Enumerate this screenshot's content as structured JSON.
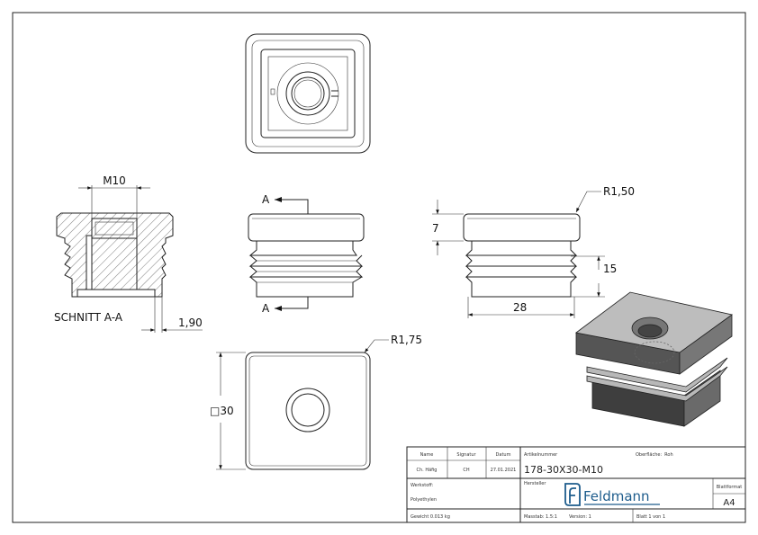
{
  "views": {
    "section_label": "SCHNITT A-A",
    "section_marker": "A",
    "dimensions": {
      "thread": "M10",
      "wall": "1,90",
      "cap_height": "7",
      "body_height": "15",
      "body_width": "28",
      "cap_radius": "R1,50",
      "bottom_radius": "R1,75",
      "square_size": "30",
      "square_symbol": "□"
    }
  },
  "title_block": {
    "name_label": "Name",
    "signature_label": "Signatur",
    "date_label": "Datum",
    "name_value": "Ch. Häfig",
    "signature_value": "CH",
    "date_value": "27.01.2021",
    "article_label": "Artikelnummer",
    "article_value": "178-30X30-M10",
    "surface_label": "Oberfläche:",
    "surface_value": "Roh",
    "material_label": "Werkstoff:",
    "material_value": "Polyethylen",
    "manufacturer_label": "Hersteller",
    "logo_text": "Feldmann",
    "format_label": "Blattformat",
    "format_value": "A4",
    "weight_label": "Gewicht 0.013 kg",
    "scale_label": "Masstab: 1.5:1",
    "version_label": "Version: 1",
    "sheet_label": "Blatt 1 von 1"
  },
  "colors": {
    "logo": "#1d5c8c",
    "line": "#222222",
    "shade": "#5a5a5a"
  }
}
